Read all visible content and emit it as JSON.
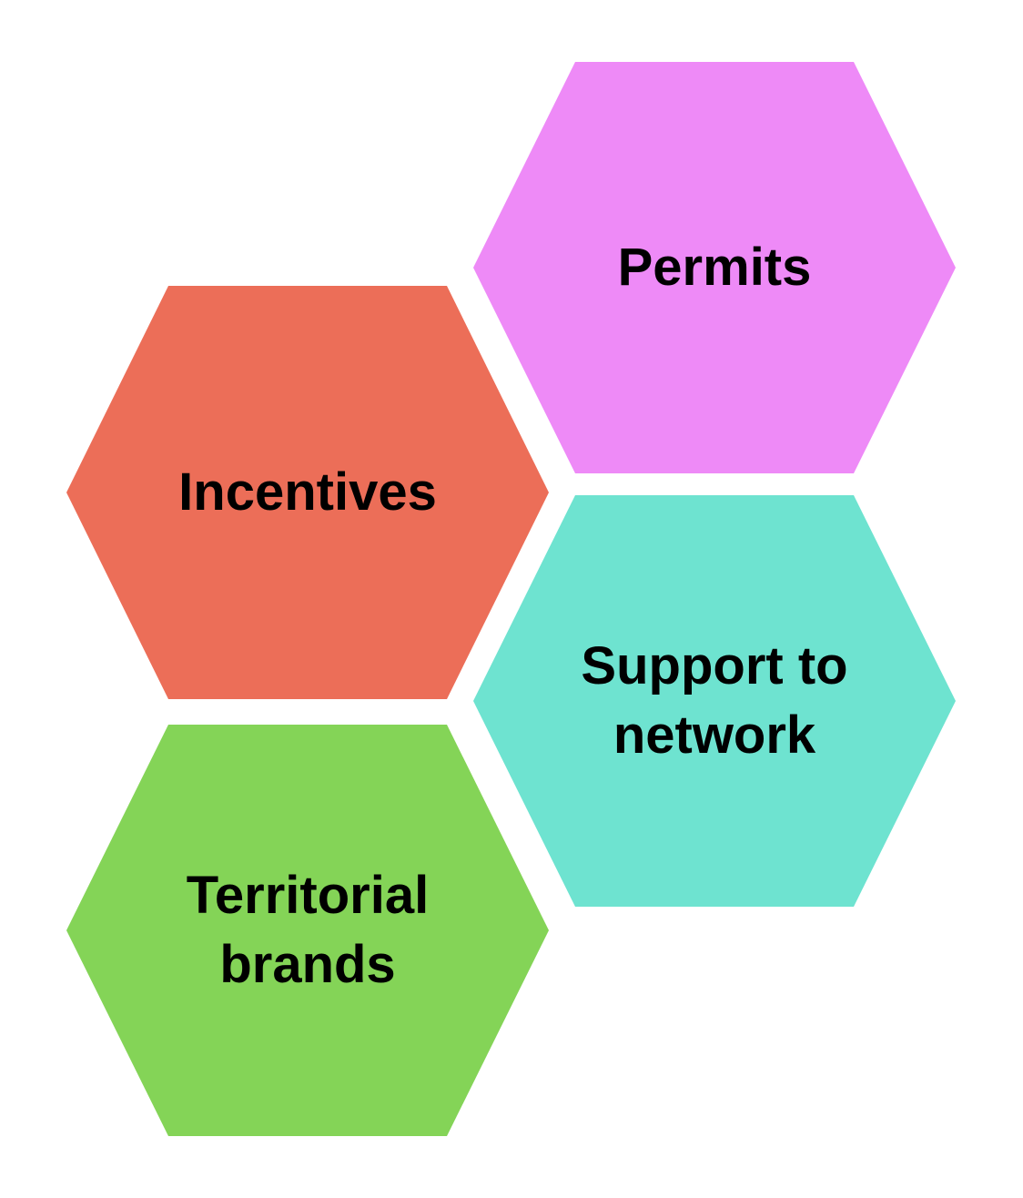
{
  "diagram": {
    "hexagons": [
      {
        "id": "permits",
        "label": "Permits",
        "color": "#EE8AF7"
      },
      {
        "id": "incentives",
        "label": "Incentives",
        "color": "#EC6E58"
      },
      {
        "id": "support",
        "label": "Support to\nnetwork",
        "color": "#6EE3D0"
      },
      {
        "id": "brands",
        "label": "Territorial\nbrands",
        "color": "#84D457"
      }
    ]
  }
}
